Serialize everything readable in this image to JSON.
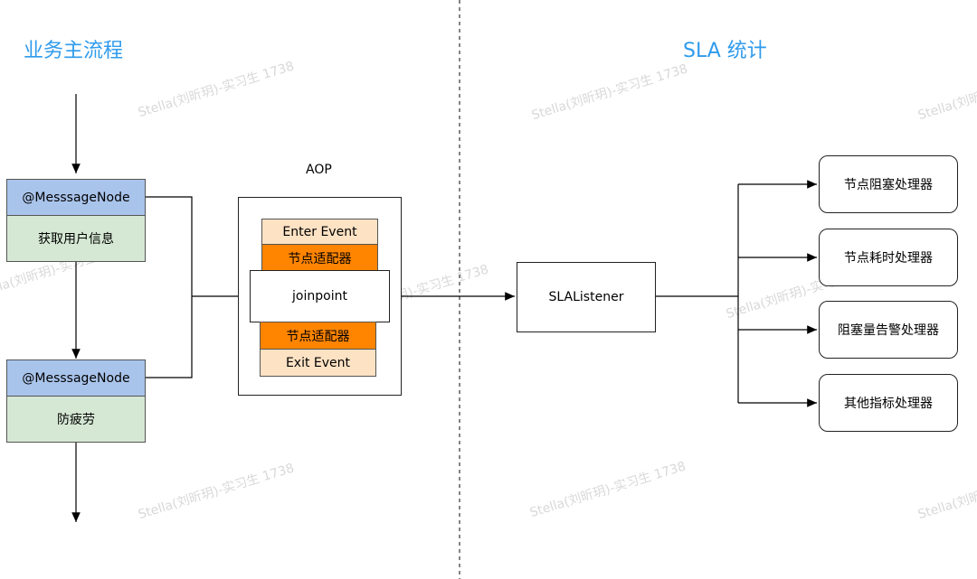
{
  "titles": {
    "left": "业务主流程",
    "right": "SLA 统计"
  },
  "business": {
    "node1": {
      "annotation": "@MesssageNode",
      "body": "获取用户信息"
    },
    "node2": {
      "annotation": "@MesssageNode",
      "body": "防疲劳"
    }
  },
  "aop": {
    "label": "AOP",
    "enter_event": "Enter Event",
    "adapter_top": "节点适配器",
    "joinpoint": "joinpoint",
    "adapter_bottom": "节点适配器",
    "exit_event": "Exit Event"
  },
  "listener": {
    "label": "SLAListener"
  },
  "handlers": [
    "节点阻塞处理器",
    "节点耗时处理器",
    "阻塞量告警处理器",
    "其他指标处理器"
  ],
  "watermark": "Stella(刘昕玥)-实习生 1738",
  "colors": {
    "title": "#2f9bec",
    "annotation_fill": "#a9c4eb",
    "body_fill": "#d5e8d4",
    "event_fill": "#fde2c4",
    "adapter_fill": "#ff8400"
  }
}
